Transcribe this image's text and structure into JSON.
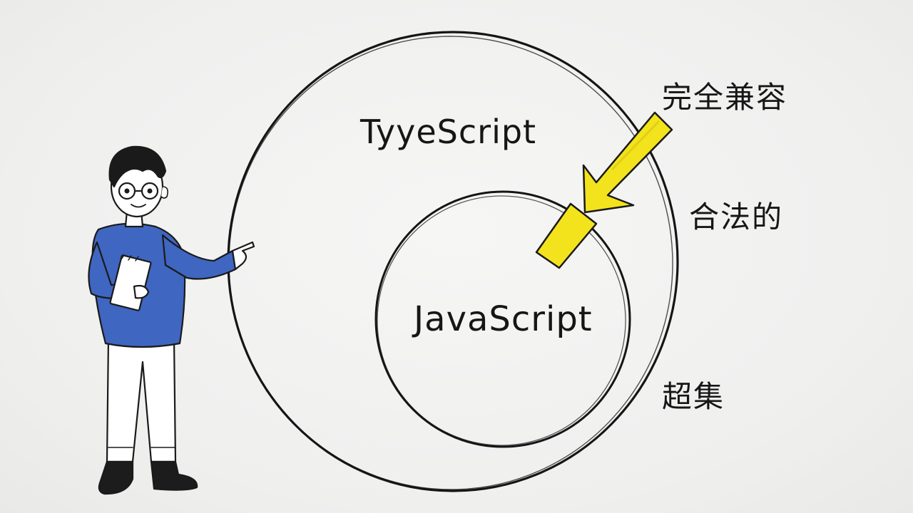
{
  "diagram": {
    "outer_set": {
      "label": "TyyeScript"
    },
    "inner_set": {
      "label": "JavaScript"
    },
    "annotations": [
      {
        "text": "完全兼容"
      },
      {
        "text": "合法的"
      },
      {
        "text": "超集"
      }
    ]
  },
  "colors": {
    "background": "#f1f1f0",
    "ink": "#161616",
    "arrow": "#f3e31c",
    "sweater": "#3f66c0",
    "pants": "#ffffff",
    "shoes": "#1c1c1c"
  },
  "icons": {
    "arrow": "arrow-icon",
    "person": "person-illustration"
  }
}
